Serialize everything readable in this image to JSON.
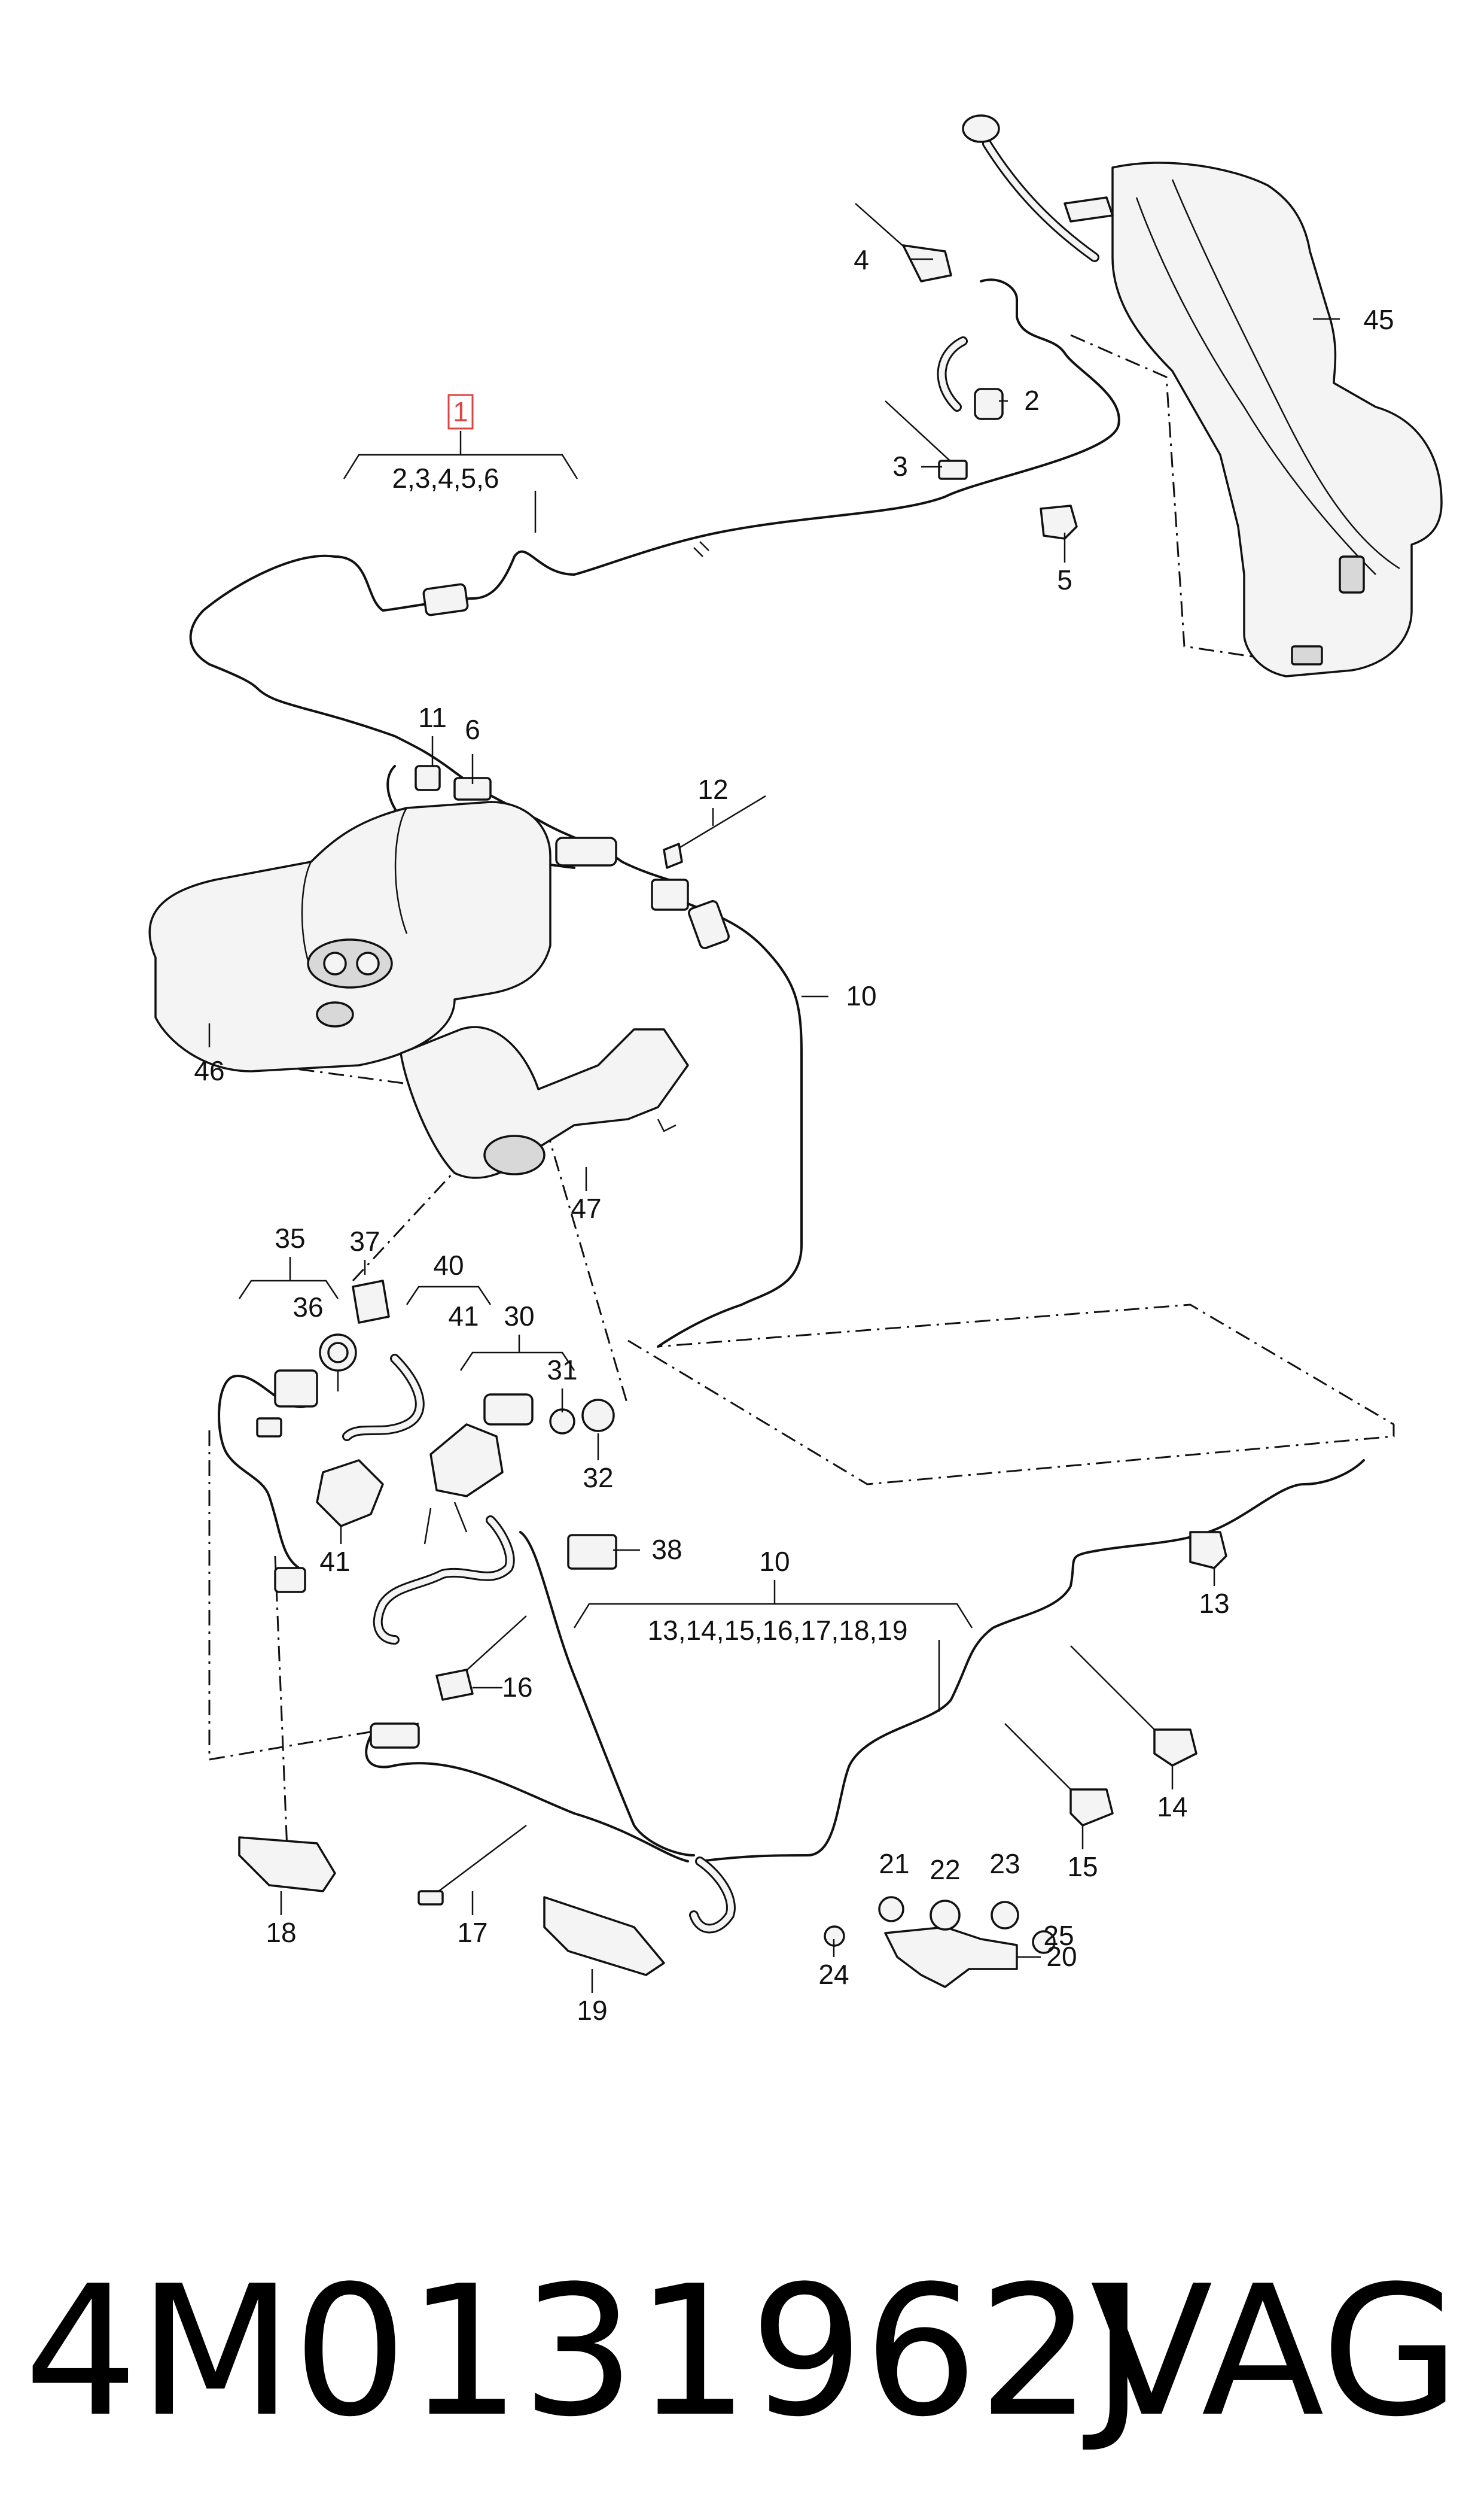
{
  "callouts": {
    "c1": "1",
    "c2": "2",
    "c3": "3",
    "c4": "4",
    "c5": "5",
    "c6": "6",
    "c10a": "10",
    "c10b": "10",
    "c11": "11",
    "c12": "12",
    "c13": "13",
    "c14": "14",
    "c15": "15",
    "c16": "16",
    "c17": "17",
    "c18": "18",
    "c19": "19",
    "c20": "20",
    "c21": "21",
    "c22": "22",
    "c23": "23",
    "c24": "24",
    "c25": "25",
    "c30": "30",
    "c31": "31",
    "c32": "32",
    "c35": "35",
    "c36": "36",
    "c37": "37",
    "c38": "38",
    "c40": "40",
    "c41a": "41",
    "c41b": "41",
    "c45": "45",
    "c46": "46",
    "c47": "47"
  },
  "groups": {
    "g1": "2,3,4,5,6",
    "g10": "13,14,15,16,17,18,19"
  },
  "footer": {
    "part_number": "4M0131962J",
    "brand": "VAG"
  }
}
